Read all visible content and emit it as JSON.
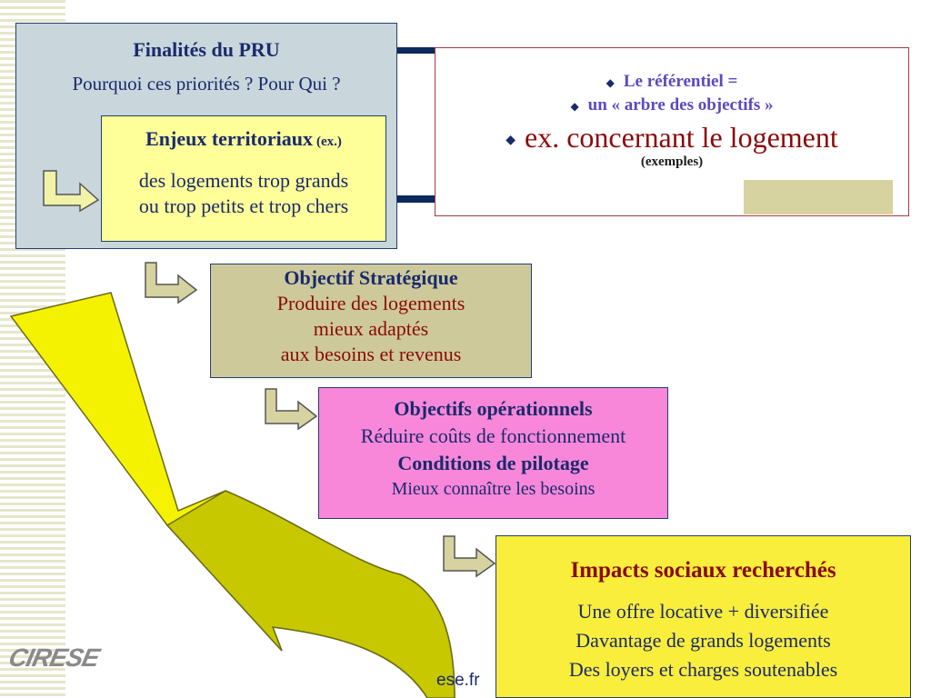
{
  "colors": {
    "navy": "#0d2a5e",
    "pru_bg": "#c9d6dc",
    "enjeux_bg": "#ffff99",
    "strat_bg": "#cdc99a",
    "oper_bg": "#f887d9",
    "impacts_bg": "#f9ee3b",
    "arrow_fill": "#f2f2a8",
    "lightning": "#f5f200"
  },
  "pru": {
    "title": "Finalités du PRU",
    "question": "Pourquoi ces priorités ? Pour Qui ?"
  },
  "enjeux": {
    "title": "Enjeux territoriaux",
    "title_suffix": "(ex.)",
    "lines": [
      "des logements trop grands",
      "ou trop petits et trop chers"
    ]
  },
  "referentiel": {
    "line1": "Le référentiel =",
    "line2": "un « arbre des objectifs »",
    "line3": "ex. concernant le logement",
    "line4": "(exemples)"
  },
  "strategique": {
    "title": "Objectif  Stratégique",
    "lines": [
      "Produire des logements",
      "mieux adaptés",
      "aux besoins et revenus"
    ]
  },
  "operationnels": {
    "title": "Objectifs opérationnels",
    "line1": "Réduire coûts de fonctionnement",
    "title2": "Conditions de pilotage",
    "line2": "Mieux connaître les besoins"
  },
  "impacts": {
    "title": "Impacts sociaux recherchés",
    "lines": [
      "Une offre locative + diversifiée",
      "Davantage de grands logements",
      "Des loyers et charges soutenables"
    ]
  },
  "footer": {
    "url_fragment": "ese.fr",
    "logo": "CIRESE"
  }
}
